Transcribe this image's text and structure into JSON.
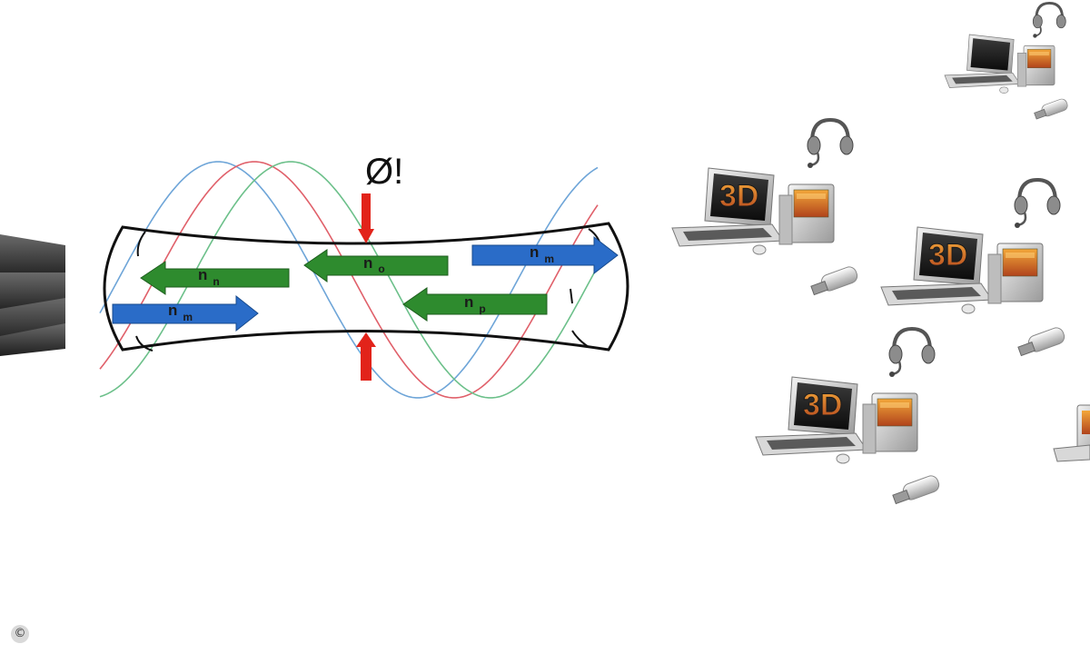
{
  "diagram": {
    "mark": "Ø!",
    "arrows": [
      {
        "id": "nn-left",
        "base": "n",
        "sub": "n",
        "color": "#2e8b2e"
      },
      {
        "id": "no-center",
        "base": "n",
        "sub": "o",
        "color": "#2e8b2e"
      },
      {
        "id": "np-right",
        "base": "n",
        "sub": "p",
        "color": "#2e8b2e"
      },
      {
        "id": "nm-left",
        "base": "n",
        "sub": "m",
        "color": "#2a6cc8"
      },
      {
        "id": "nm-right",
        "base": "n",
        "sub": "m",
        "color": "#2a6cc8"
      }
    ],
    "wave_colors": [
      "#6ea5d8",
      "#e0606a",
      "#6cc08a"
    ],
    "pinch_color": "#e2231a",
    "workstation_label": "3D"
  },
  "copyright_symbol": "©"
}
